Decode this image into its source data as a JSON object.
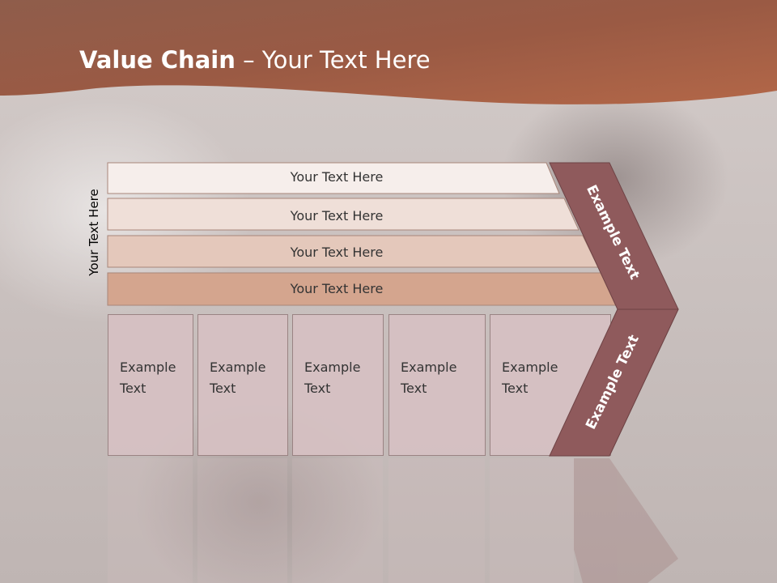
{
  "slide": {
    "title_bold": "Value Chain",
    "title_rest": " – Your Text Here",
    "side_label": "Your Text Here"
  },
  "rows": [
    {
      "label": "Your Text Here"
    },
    {
      "label": "Your Text Here"
    },
    {
      "label": "Your Text Here"
    },
    {
      "label": "Your Text Here"
    }
  ],
  "boxes": [
    {
      "line1": "Example",
      "line2": "Text"
    },
    {
      "line1": "Example",
      "line2": "Text"
    },
    {
      "line1": "Example",
      "line2": "Text"
    },
    {
      "line1": "Example",
      "line2": "Text"
    },
    {
      "line1": "Example",
      "line2": "Text"
    }
  ],
  "chevron": {
    "top_label": "Example Text",
    "bottom_label": "Example Text"
  },
  "colors": {
    "header": "#a35a40",
    "chevron_fill": "#8f5a5c",
    "row1": "#f6eeeb",
    "row2": "#efdfd8",
    "row3": "#e4c8bb",
    "row4": "#d4a58e",
    "box_fill": "#d6c0c2"
  }
}
